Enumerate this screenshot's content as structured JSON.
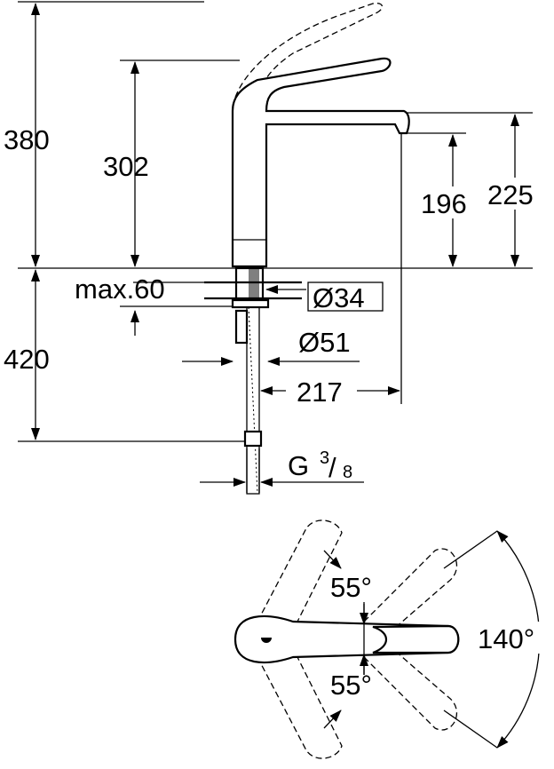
{
  "dimensions": {
    "total_height": "380",
    "handle_height": "302",
    "spout_outlet_height": "196",
    "spout_height": "225",
    "max_deck_thickness": "max.60",
    "hole_diameter": "Ø34",
    "base_diameter": "Ø51",
    "hose_length": "420",
    "spout_reach": "217",
    "connection_thread_prefix": "G",
    "connection_thread_num": "3",
    "connection_thread_den": "8",
    "lever_angle_up": "55°",
    "lever_angle_down": "55°",
    "swivel_angle": "140°"
  }
}
